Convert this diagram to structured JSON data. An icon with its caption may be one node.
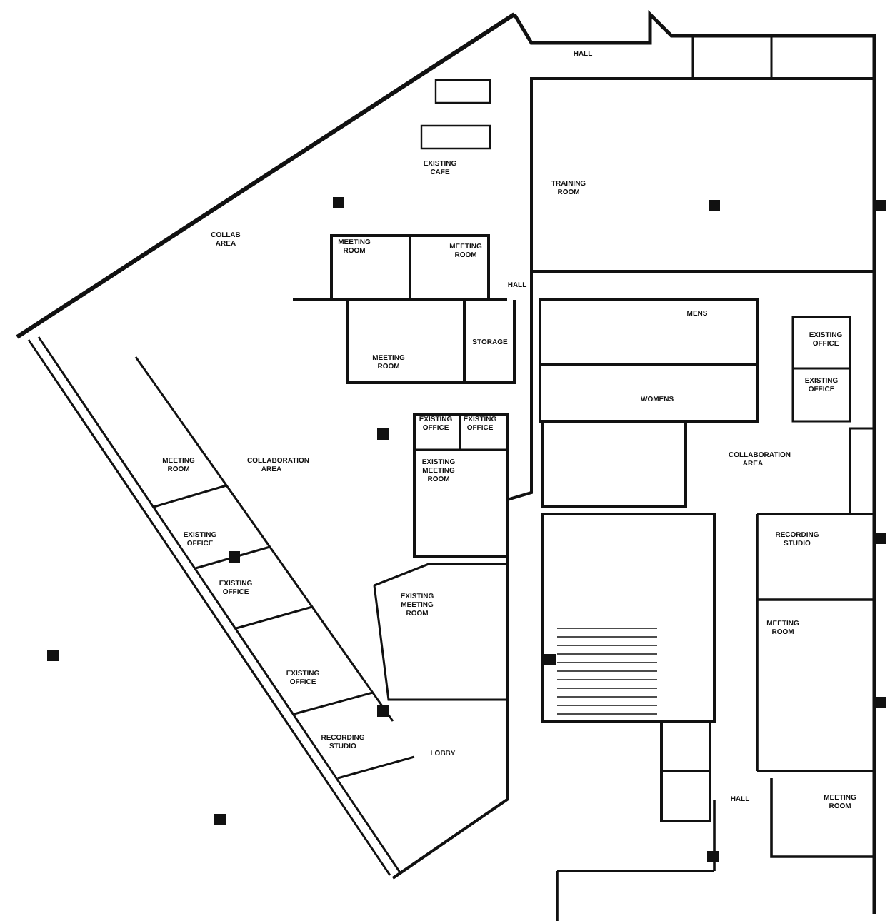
{
  "diagram": {
    "labels": [
      "HALL",
      "EXISTING CAFE",
      "TRAINING ROOM",
      "COLLAB AREA",
      "MEETING ROOM",
      "MEETING ROOM",
      "HALL",
      "MENS",
      "EXISTING OFFICE",
      "STORAGE",
      "MEETING ROOM",
      "EXISTING OFFICE",
      "WOMENS",
      "EXISTING OFFICE",
      "EXISTING OFFICE",
      "COLLABORATION AREA",
      "MEETING ROOM",
      "COLLABORATION AREA",
      "EXISTING MEETING ROOM",
      "EXISTING OFFICE",
      "RECORDING STUDIO",
      "EXISTING OFFICE",
      "EXISTING MEETING ROOM",
      "MEETING ROOM",
      "EXISTING OFFICE",
      "RECORDING STUDIO",
      "LOBBY",
      "HALL",
      "MEETING ROOM"
    ]
  }
}
